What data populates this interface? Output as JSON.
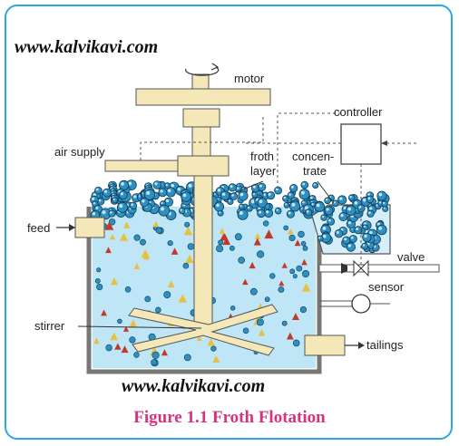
{
  "watermark_top": "www.kalvikavi.com",
  "watermark_bottom": "www.kalvikavi.com",
  "caption": "Figure 1.1 Froth Flotation",
  "labels": {
    "motor": "motor",
    "controller": "controller",
    "air_supply": "air supply",
    "froth_line1": "froth",
    "froth_line2": "layer",
    "concentrate_line1": "concen-",
    "concentrate_line2": "trate",
    "feed": "feed",
    "valve": "valve",
    "sensor": "sensor",
    "stirrer": "stirrer",
    "tailings": "tailings"
  },
  "colors": {
    "frame_border": "#29a9df",
    "water": "#bfe6f6",
    "tank_wall": "#777777",
    "shaft": "#f4e7b8",
    "bubble": "#2f8fc0",
    "caption": "#d6337f"
  }
}
